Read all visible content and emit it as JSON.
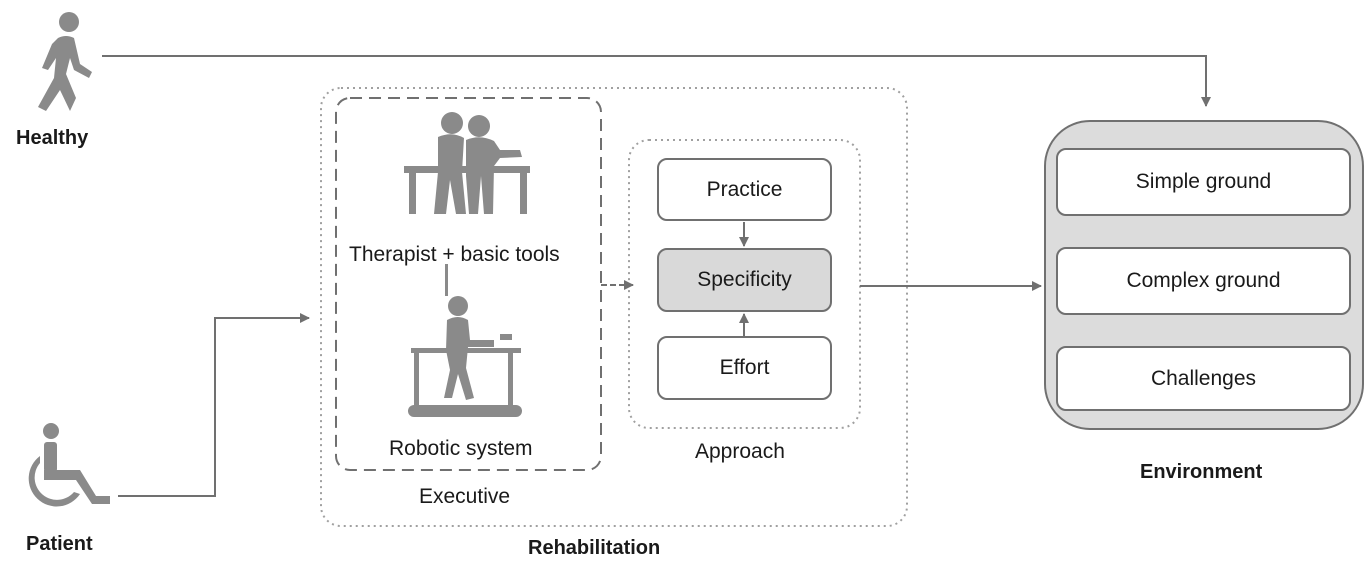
{
  "nodes": {
    "healthy": "Healthy",
    "patient": "Patient",
    "rehabilitation": "Rehabilitation",
    "executive": "Executive",
    "therapist": "Therapist + basic tools",
    "robotic": "Robotic system",
    "approach": "Approach",
    "practice": "Practice",
    "specificity": "Specificity",
    "effort": "Effort",
    "environment": "Environment",
    "simple_ground": "Simple ground",
    "complex_ground": "Complex ground",
    "challenges": "Challenges"
  },
  "icons": {
    "healthy": "walking-person-icon",
    "patient": "wheelchair-icon",
    "therapist": "therapist-assist-icon",
    "robotic": "robotic-treadmill-icon"
  },
  "colors": {
    "line": "#707070",
    "icon": "#8a8a8a",
    "shaded_box": "#d9d9d9",
    "environment_fill": "#dcdcdc"
  }
}
